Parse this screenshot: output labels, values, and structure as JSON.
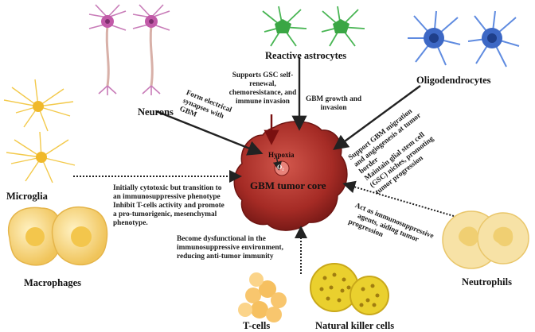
{
  "center": {
    "title": "GBM tumor core",
    "hypoxia": "Hypoxia",
    "o2": "O₂"
  },
  "cells": {
    "neurons": "Neurons",
    "astrocytes": "Reactive astrocytes",
    "oligodendrocytes": "Oligodendrocytes",
    "microglia": "Microglia",
    "macrophages": "Macrophages",
    "neutrophils": "Neutrophils",
    "tcells": "T-cells",
    "nk": "Natural killer cells"
  },
  "notes": {
    "neurons": [
      "Form electrical",
      "synapses with",
      "GBM"
    ],
    "gsc": [
      "Supports GSC self-",
      "renewal,",
      "chemoresistance, and",
      "immune invasion"
    ],
    "astro": [
      "GBM growth and",
      "invasion"
    ],
    "oligo": [
      "Support GBM migration",
      "and angiogenesis at tumor",
      "border",
      "Maintain glial stem cell",
      "(GSC) niches, promoting",
      "tumor progression"
    ],
    "microglia": [
      "Initially cytotoxic but transition to",
      "an immunosuppressive phenotype",
      "Inhibit T-cells activity and promote",
      "a pro-tumorigenic, mesenchymal",
      "phenotype."
    ],
    "tcells": [
      "Become dysfunctional in the",
      "immunosuppressive environment,",
      "reducing anti-tumor immunity"
    ],
    "neutro": [
      "Act as immunosuppressive",
      "agents, aiding tumor",
      "progression"
    ]
  },
  "colors": {
    "tumor": "#b0302a",
    "neuron": "#c268b0",
    "astrocyte": "#3fb24a",
    "oligo": "#3f6fc8",
    "microglia": "#f2c23a",
    "macrophage": "#f3d27a",
    "neutrophil": "#f4d98a",
    "tcell": "#f6c873",
    "nk": "#e9c92a"
  },
  "icons": [
    "neuron-icon",
    "astrocyte-icon",
    "oligodendrocyte-icon",
    "microglia-icon",
    "macrophage-icon",
    "neutrophil-icon",
    "tcell-icon",
    "nk-cell-icon",
    "tumor-icon"
  ]
}
